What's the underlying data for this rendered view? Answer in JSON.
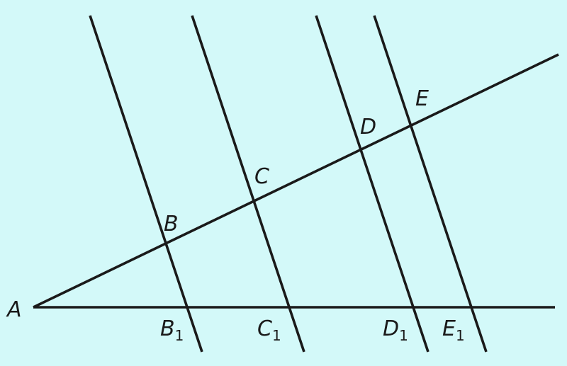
{
  "figure": {
    "background": "#d3f9f9",
    "line_color": "#1a1a1a",
    "labels": {
      "A": "A",
      "B": "B",
      "C": "C",
      "D": "D",
      "E": "E",
      "B1": {
        "main": "B",
        "sub": "1"
      },
      "C1": {
        "main": "C",
        "sub": "1"
      },
      "D1": {
        "main": "D",
        "sub": "1"
      },
      "E1": {
        "main": "E",
        "sub": "1"
      }
    }
  }
}
